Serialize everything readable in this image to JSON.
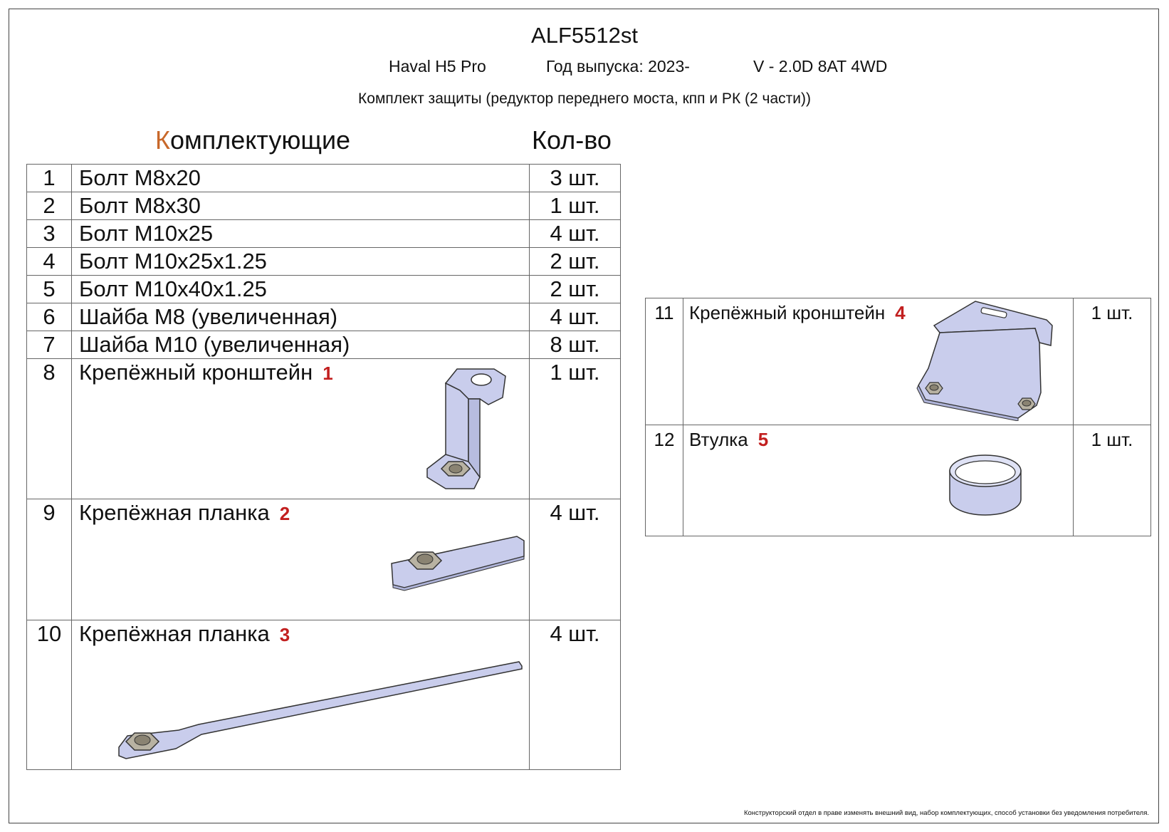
{
  "header": {
    "article": "ALF5512st",
    "model": "Haval H5 Pro",
    "year": "Год выпуска: 2023-",
    "engine": "V - 2.0D 8AT 4WD",
    "kit": "Комплект защиты (редуктор переднего моста, кпп и РК (2 части))"
  },
  "table_headers": {
    "parts_first": "К",
    "parts_rest": "омплектующие",
    "qty": "Кол-во"
  },
  "rows": [
    {
      "num": "1",
      "name": "Болт М8х20",
      "qty": "3 шт."
    },
    {
      "num": "2",
      "name": "Болт М8х30",
      "qty": "1 шт."
    },
    {
      "num": "3",
      "name": "Болт М10х25",
      "qty": "4 шт."
    },
    {
      "num": "4",
      "name": "Болт М10х25х1.25",
      "qty": "2 шт."
    },
    {
      "num": "5",
      "name": "Болт М10х40х1.25",
      "qty": "2 шт."
    },
    {
      "num": "6",
      "name": "Шайба М8 (увеличенная)",
      "qty": "4 шт."
    },
    {
      "num": "7",
      "name": "Шайба М10 (увеличенная)",
      "qty": "8 шт."
    },
    {
      "num": "8",
      "name": "Крепёжный кронштейн",
      "tag": "1",
      "qty": "1 шт."
    },
    {
      "num": "9",
      "name": "Крепёжная планка",
      "tag": "2",
      "qty": "4 шт."
    },
    {
      "num": "10",
      "name": "Крепёжная планка",
      "tag": "3",
      "qty": "4 шт."
    },
    {
      "num": "11",
      "name": "Крепёжный кронштейн",
      "tag": "4",
      "qty": "1 шт."
    },
    {
      "num": "12",
      "name": "Втулка",
      "tag": "5",
      "qty": "1 шт."
    }
  ],
  "colors": {
    "part_fill": "#c9cdec",
    "part_stroke": "#333333",
    "nut_fill": "#b8b2a2",
    "tag_red": "#c21f1f",
    "header_accent": "#c8682a"
  },
  "footer": "Конструкторский отдел в праве изменять внешний вид, набор комплектующих, способ установки без уведомления потребителя."
}
